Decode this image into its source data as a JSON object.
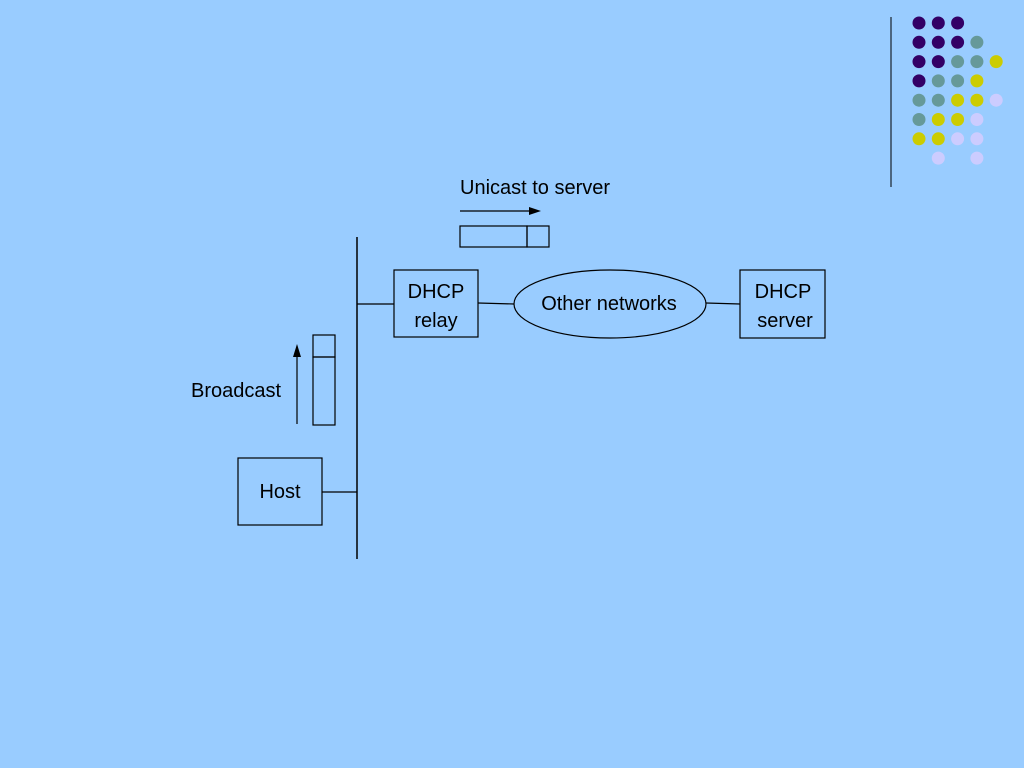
{
  "slide": {
    "background": "#99ccff",
    "decoration": {
      "palette": {
        "purple": "#330066",
        "teal": "#669999",
        "yellow": "#cccc00",
        "lavender": "#ccccff"
      },
      "rows": [
        [
          "purple",
          "purple",
          "purple",
          null
        ],
        [
          "purple",
          "purple",
          "purple",
          "teal"
        ],
        [
          "purple",
          "purple",
          "teal",
          "teal",
          "yellow"
        ],
        [
          "purple",
          "teal",
          "teal",
          "yellow"
        ],
        [
          "teal",
          "teal",
          "yellow",
          "yellow",
          "lavender"
        ],
        [
          "teal",
          "yellow",
          "yellow",
          "lavender"
        ],
        [
          "yellow",
          "yellow",
          "lavender",
          "lavender"
        ],
        [
          null,
          "lavender",
          null,
          "lavender"
        ]
      ]
    }
  },
  "diagram": {
    "nodes": {
      "host": {
        "label": "Host"
      },
      "relay": {
        "label_line1": "DHCP",
        "label_line2": "relay"
      },
      "networks": {
        "label": "Other networks"
      },
      "server": {
        "label_line1": "DHCP",
        "label_line2": "server"
      }
    },
    "annotations": {
      "broadcast": "Broadcast",
      "unicast": "Unicast to server"
    }
  }
}
